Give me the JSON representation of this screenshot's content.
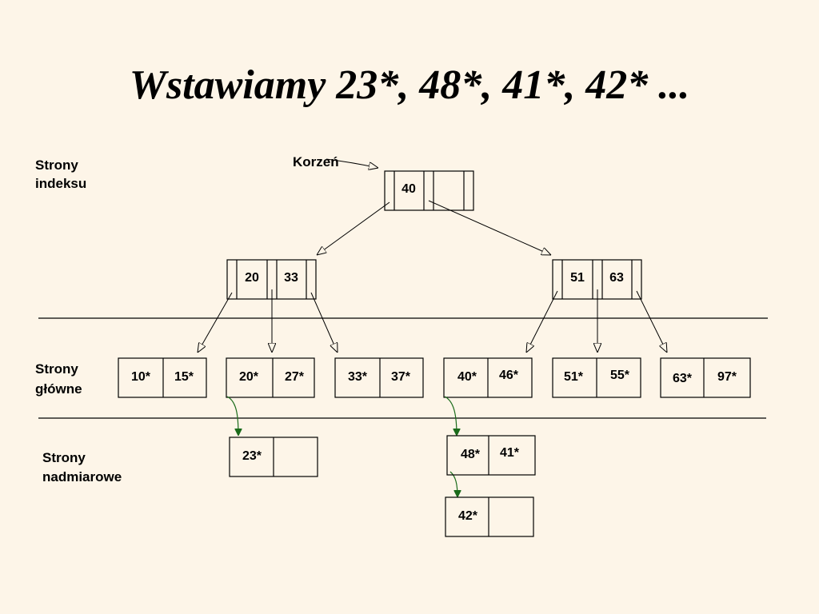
{
  "title": "Wstawiamy 23*, 48*, 41*, 42* ...",
  "sections": {
    "index": [
      "Strony",
      "indeksu"
    ],
    "primary": [
      "Strony",
      "główne"
    ],
    "overflow": [
      "Strony",
      "nadmiarowe"
    ]
  },
  "root_label": "Korzeń",
  "root": {
    "keys": [
      "40"
    ]
  },
  "index_left": {
    "keys": [
      "20",
      "33"
    ]
  },
  "index_right": {
    "keys": [
      "51",
      "63"
    ]
  },
  "leaves": [
    {
      "entries": [
        "10*",
        "15*"
      ]
    },
    {
      "entries": [
        "20*",
        "27*"
      ]
    },
    {
      "entries": [
        "33*",
        "37*"
      ]
    },
    {
      "entries": [
        "40*",
        "46*"
      ]
    },
    {
      "entries": [
        "51*",
        "55*"
      ]
    },
    {
      "entries": [
        "63*",
        "97*"
      ]
    }
  ],
  "overflow_pages": [
    {
      "entries": [
        "23*",
        ""
      ]
    },
    {
      "entries": [
        "48*",
        "41*"
      ]
    },
    {
      "entries": [
        "42*",
        ""
      ]
    }
  ],
  "colors": {
    "background": "#fdf5e8",
    "line": "#000000",
    "overflow_arrow": "#1a6b1a"
  }
}
